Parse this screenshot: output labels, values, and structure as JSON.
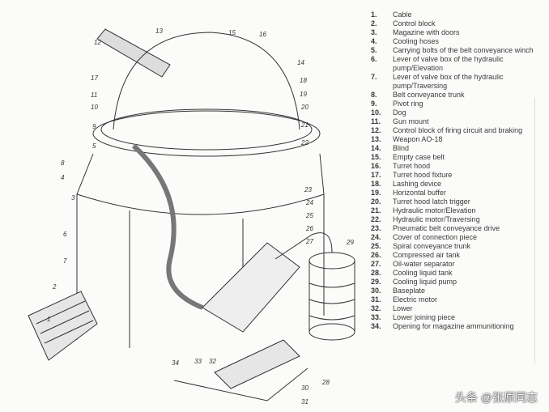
{
  "legend": [
    {
      "num": "1.",
      "text": "Cable"
    },
    {
      "num": "2.",
      "text": "Control block"
    },
    {
      "num": "3.",
      "text": "Magazine with doors"
    },
    {
      "num": "4.",
      "text": "Cooling hoses"
    },
    {
      "num": "5.",
      "text": "Carrying bolts of the belt conveyance winch"
    },
    {
      "num": "6.",
      "text": "Lever of valve box of the hydraulic pump/Elevation"
    },
    {
      "num": "7.",
      "text": "Lever of valve box of the hydraulic pump/Traversing"
    },
    {
      "num": "8.",
      "text": "Belt conveyance trunk"
    },
    {
      "num": "9.",
      "text": "Pivot ring"
    },
    {
      "num": "10.",
      "text": "Dog"
    },
    {
      "num": "11.",
      "text": "Gun mount"
    },
    {
      "num": "12.",
      "text": "Control block of firing circuit and braking"
    },
    {
      "num": "13.",
      "text": "Weapon AO-18"
    },
    {
      "num": "14.",
      "text": "Blind"
    },
    {
      "num": "15.",
      "text": "Empty case belt"
    },
    {
      "num": "16.",
      "text": "Turret hood"
    },
    {
      "num": "17.",
      "text": "Turret hood fixture"
    },
    {
      "num": "18.",
      "text": "Lashing device"
    },
    {
      "num": "19.",
      "text": "Horizontal buffer"
    },
    {
      "num": "20.",
      "text": "Turret hood latch trigger"
    },
    {
      "num": "21.",
      "text": "Hydraulic motor/Elevation"
    },
    {
      "num": "22.",
      "text": "Hydraulic motor/Traversing"
    },
    {
      "num": "23.",
      "text": "Pneumatic belt conveyance drive"
    },
    {
      "num": "24.",
      "text": "Cover of connection piece"
    },
    {
      "num": "25.",
      "text": "Spiral conveyance trunk"
    },
    {
      "num": "26.",
      "text": "Compressed air tank"
    },
    {
      "num": "27.",
      "text": "Oil-water separator"
    },
    {
      "num": "28.",
      "text": "Cooling liquid tank"
    },
    {
      "num": "29.",
      "text": "Cooling liquid pump"
    },
    {
      "num": "30.",
      "text": "Baseplate"
    },
    {
      "num": "31.",
      "text": "Electric motor"
    },
    {
      "num": "32.",
      "text": "Lower"
    },
    {
      "num": "33.",
      "text": "Lower joining piece"
    },
    {
      "num": "34.",
      "text": "Opening for magazine ammunitioning"
    }
  ],
  "callouts": [
    "13",
    "15",
    "16",
    "12",
    "17",
    "10",
    "11",
    "9",
    "5",
    "8",
    "4",
    "3",
    "6",
    "7",
    "2",
    "1",
    "14",
    "18",
    "19",
    "20",
    "21",
    "22",
    "23",
    "24",
    "25",
    "26",
    "27",
    "29",
    "28",
    "30",
    "31",
    "32",
    "33",
    "34"
  ],
  "watermark": "头条 @张原同志"
}
